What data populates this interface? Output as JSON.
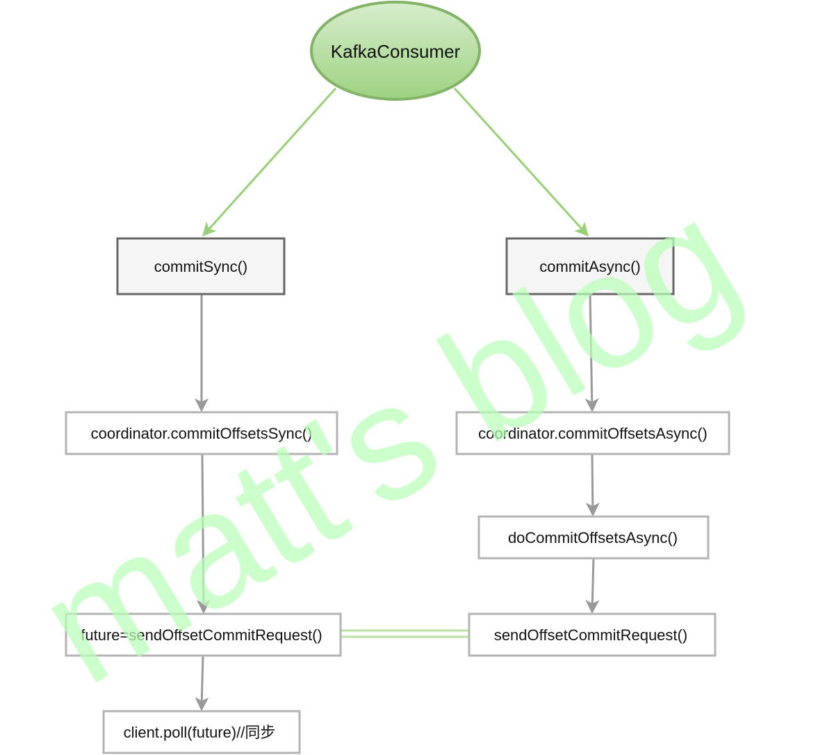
{
  "nodes": {
    "root": "KafkaConsumer",
    "commit_sync": "commitSync()",
    "commit_async": "commitAsync()",
    "coord_sync": "coordinator.commitOffsetsSync()",
    "coord_async": "coordinator.commitOffsetsAsync()",
    "do_commit_async": "doCommitOffsetsAsync()",
    "future_send": "future=sendOffsetCommitRequest()",
    "send_request": "sendOffsetCommitRequest()",
    "client_poll": "client.poll(future)//同步"
  },
  "watermark": "matt's blog",
  "colors": {
    "root_fill_top": "#d5ecc8",
    "root_fill_bottom": "#9fd383",
    "root_stroke": "#82b366",
    "green_arrow": "#97d077",
    "gray_arrow": "#999999",
    "box_stroke": "#b3b3b3",
    "primary_box_fill": "#f5f5f5",
    "primary_box_stroke": "#666666",
    "watermark": "#b9ffb9"
  }
}
